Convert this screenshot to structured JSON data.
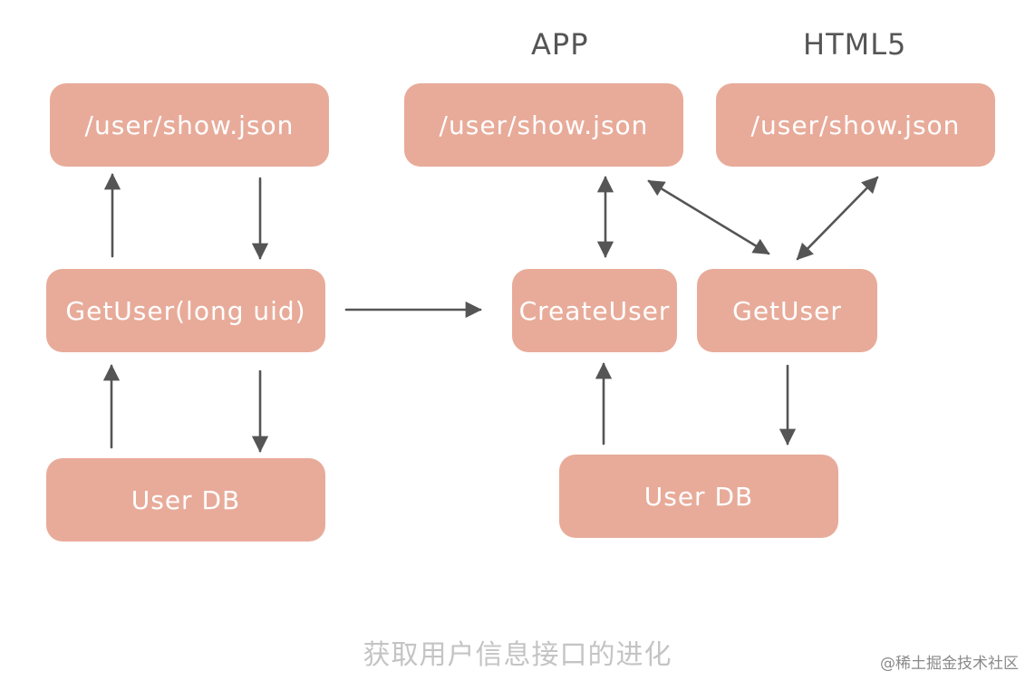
{
  "left": {
    "endpoint": "/user/show.json",
    "service": "GetUser(long uid)",
    "db": "User DB"
  },
  "right": {
    "app_title": "APP",
    "html5_title": "HTML5",
    "app_endpoint": "/user/show.json",
    "html5_endpoint": "/user/show.json",
    "create_user": "CreateUser",
    "get_user": "GetUser",
    "db": "User DB"
  },
  "caption": "获取用户信息接口的进化",
  "watermark": "@稀土掘金技术社区",
  "colors": {
    "box_fill": "#e8ab9a",
    "box_text": "#ffffff",
    "arrow": "#555555",
    "caption": "#c4c4c4"
  }
}
